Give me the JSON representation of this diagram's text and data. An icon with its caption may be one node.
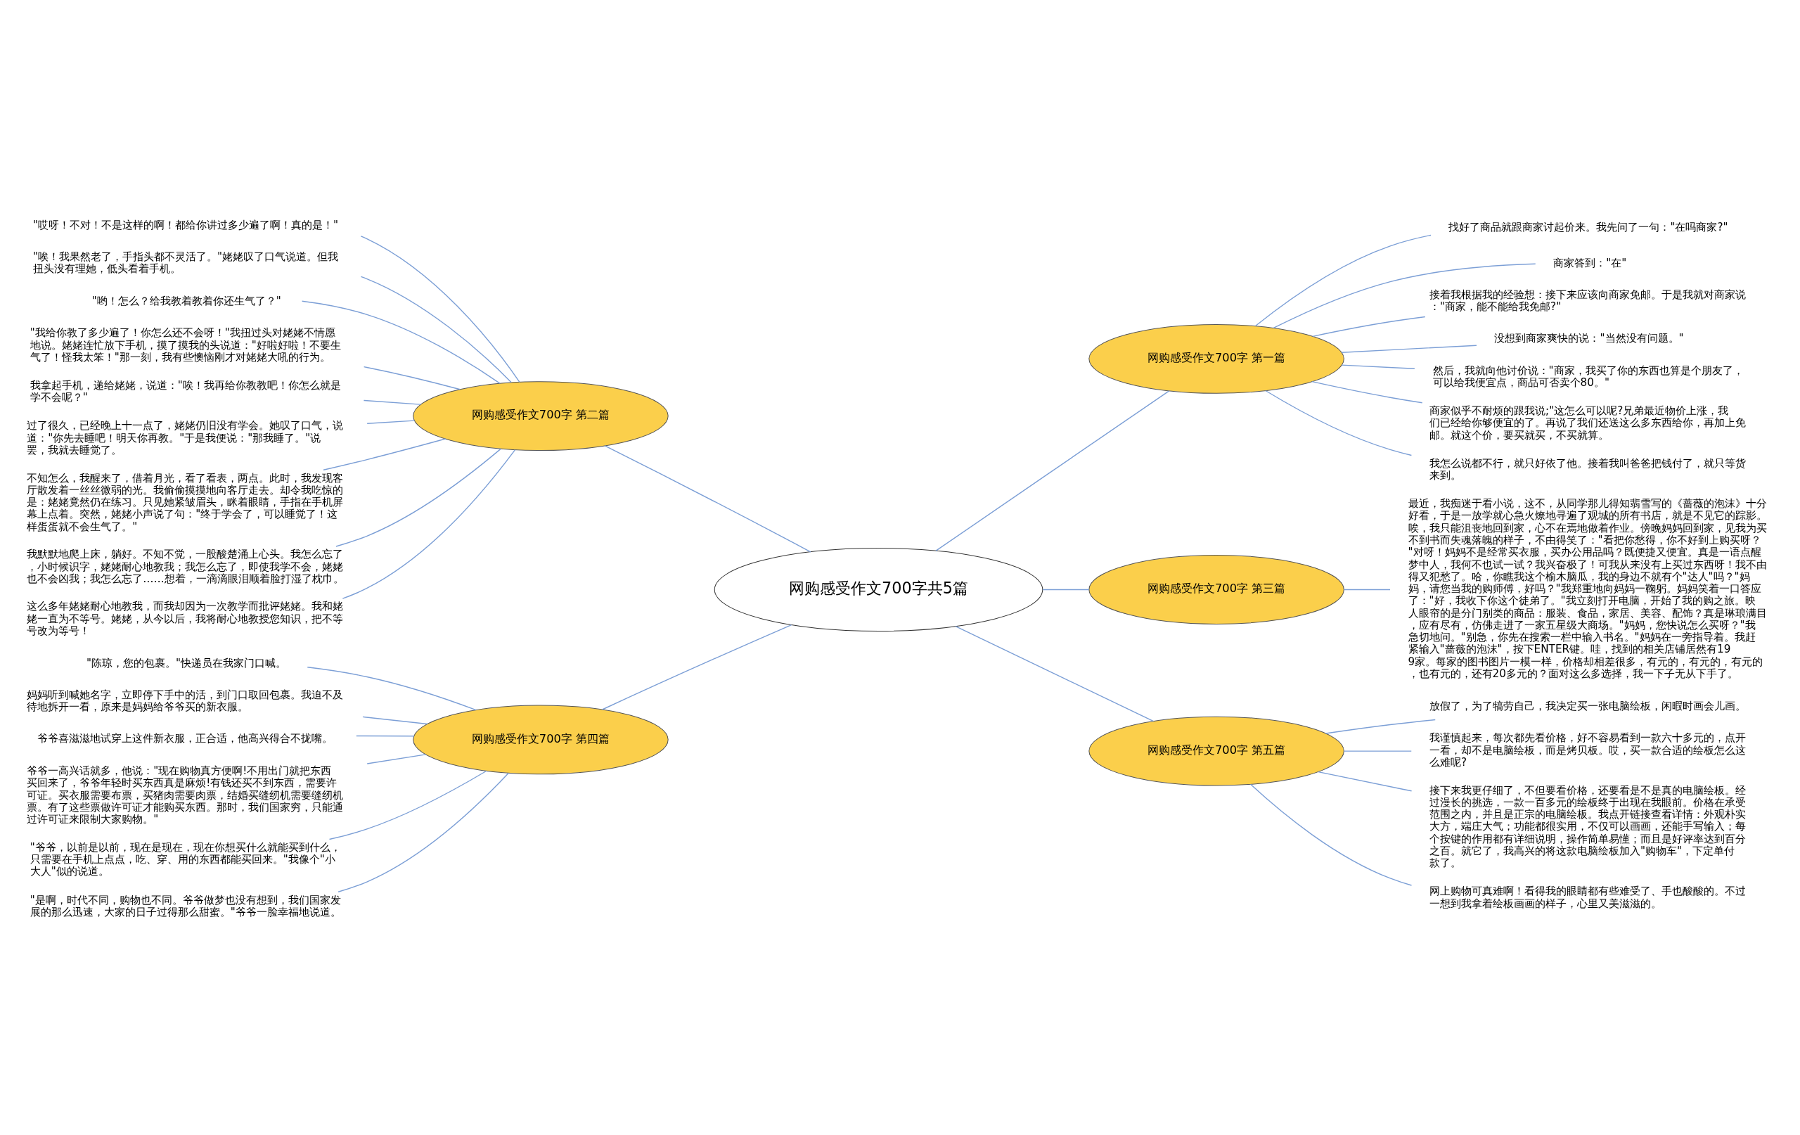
{
  "diagram": {
    "nodes": [
      {
        "text": [
          "网购感受作文700字共5篇"
        ]
      },
      {
        "text": [
          "网购感受作文700字 第一篇"
        ]
      },
      {
        "text": [
          "找好了商品就跟商家讨起价来。我先问了一句：\"在吗商家?\""
        ]
      },
      {
        "text": [
          "商家答到：\"在\""
        ]
      },
      {
        "text": [
          "接着我根据我的经验想：接下来应该向商家免邮。于是我就对商家说：\"商家，能不能给我免邮?\""
        ]
      },
      {
        "text": [
          "没想到商家爽快的说：\"当然没有问题。\""
        ]
      },
      {
        "text": [
          "然后，我就向他讨价说：\"商家，我买了你的东西也算是个朋友了，可以给我便宜点，商品可否卖个80。\""
        ]
      },
      {
        "text": [
          "商家似乎不耐烦的跟我说;\"这怎么可以呢?兄弟最近物价上涨，我们已经给你够便宜的了。再说了我们还送这么多东西给你，再加上免邮。就这个价，要买就买，不买就算。"
        ]
      },
      {
        "text": [
          "我怎么说都不行，就只好依了他。接着我叫爸爸把钱付了，就只等货来到。"
        ]
      },
      {
        "text": [
          "网购感受作文700字 第二篇"
        ]
      },
      {
        "text": [
          "\"哎呀！不对！不是这样的啊！都给你讲过多少遍了啊！真的是！\""
        ]
      },
      {
        "text": [
          "\"唉！我果然老了，手指头都不灵活了。\"姥姥叹了口气说道。但我扭头没有理她，低头看着手机。"
        ]
      },
      {
        "text": [
          "\"哟！怎么？给我教着教着你还生气了？\""
        ]
      },
      {
        "text": [
          "\"我给你教了多少遍了！你怎么还不会呀！\"我扭过头对姥姥不情愿地说。姥姥连忙放下手机，摸了摸我的头说道：\"好啦好啦！不要生气了！怪我太笨！\"那一刻，我有些懊恼刚才对姥姥大吼的行为。"
        ]
      },
      {
        "text": [
          "我拿起手机，递给姥姥，说道：\"唉！我再给你教教吧！你怎么就是学不会呢？\""
        ]
      },
      {
        "text": [
          "过了很久，已经晚上十一点了，姥姥仍旧没有学会。她叹了口气，说道：\"你先去睡吧！明天你再教。\"于是我便说：\"那我睡了。\"说罢，我就去睡觉了。"
        ]
      },
      {
        "text": [
          "不知怎么，我醒来了，借着月光，看了看表，两点。此时，我发现客厅散发着一丝丝微弱的光。我偷偷摸摸地向客厅走去。却令我吃惊的是：姥姥竟然仍在练习。只见她紧皱眉头，眯着眼睛，手指在手机屏幕上点着。突然，姥姥小声说了句：\"终于学会了，可以睡觉了！这样蛋蛋就不会生气了。\""
        ]
      },
      {
        "text": [
          "我默默地爬上床，躺好。不知不觉，一股酸楚涌上心头。我怎么忘了，小时候识字，姥姥耐心地教我；我怎么忘了，即使我学不会，姥姥也不会凶我；我怎么忘了……想着，一滴滴眼泪顺着脸打湿了枕巾。"
        ]
      },
      {
        "text": [
          "这么多年姥姥耐心地教我，而我却因为一次教学而批评姥姥。我和姥姥一直为不等号。姥姥，从今以后，我将耐心地教授您知识，把不等号改为等号！"
        ]
      },
      {
        "text": [
          "网购感受作文700字 第三篇"
        ]
      },
      {
        "text": [
          "最近，我痴迷于看小说，这不，从同学那儿得知翡雪写的《蔷薇的泡沫》十分好看，于是一放学就心急火燎地寻遍了观城的所有书店，就是不见它的踪影。唉，我只能沮丧地回到家，心不在焉地做着作业。傍晚妈妈回到家，见我为买不到书而失魂落魄的样子，不由得笑了：\"看把你愁得，你不好到上购买呀？\"对呀！妈妈不是经常买衣服，买办公用品吗？既便捷又便宜。真是一语点醒梦中人，我何不也试一试？我兴奋极了！可我从来没有上买过东西呀！我不由得又犯愁了。哈，你瞧我这个榆木脑瓜，我的身边不就有个\"达人\"吗？\"妈妈，请您当我的购师傅，好吗？\"我郑重地向妈妈一鞠躬。妈妈笑着一口答应了：\"好，我收下你这个徒弟了。\"我立刻打开电脑，开始了我的购之旅。映人眼帘的是分门别类的商品：服装、食品，家居、美容、配饰？真是琳琅满目，应有尽有，仿佛走进了一家五星级大商场。\"妈妈，您快说怎么买呀？\"我急切地问。\"别急，你先在搜索一栏中输入书名。\"妈妈在一旁指导着。我赶紧输入\"蔷薇的泡沫\"，按下ENTER键。哇，找到的相关店铺居然有199家。每家的图书图片一模一样，价格却相差很多，有元的，有元的，有元的，也有元的，还有20多元的？面对这么多选择，我一下子无从下手了。"
        ]
      },
      {
        "text": [
          "网购感受作文700字 第四篇"
        ]
      },
      {
        "text": [
          "\"陈琼，您的包裹。\"快递员在我家门口喊。"
        ]
      },
      {
        "text": [
          "妈妈听到喊她名字，立即停下手中的活，到门口取回包裹。我迫不及待地拆开一看，原来是妈妈给爷爷买的新衣服。"
        ]
      },
      {
        "text": [
          "爷爷喜滋滋地试穿上这件新衣服，正合适，他高兴得合不拢嘴。"
        ]
      },
      {
        "text": [
          "爷爷一高兴话就多，他说：\"现在购物真方便啊!不用出门就把东西买回来了，爷爷年轻时买东西真是麻烦!有钱还买不到东西，需要许可证。买衣服需要布票，买猪肉需要肉票，结婚买缝纫机需要缝纫机票。有了这些票做许可证才能购买东西。那时，我们国家穷，只能通过许可证来限制大家购物。\""
        ]
      },
      {
        "text": [
          "\"爷爷，以前是以前，现在是现在，现在你想买什么就能买到什么，只需要在手机上点点，吃、穿、用的东西都能买回来。\"我像个\"小大人\"似的说道。"
        ]
      },
      {
        "text": [
          "\"是啊，时代不同，购物也不同。爷爷做梦也没有想到，我们国家发展的那么迅速，大家的日子过得那么甜蜜。\"爷爷一脸幸福地说道。"
        ]
      },
      {
        "text": [
          "网购感受作文700字 第五篇"
        ]
      },
      {
        "text": [
          "放假了，为了犒劳自己，我决定买一张电脑绘板，闲暇时画会儿画。"
        ]
      },
      {
        "text": [
          "我谨慎起来，每次都先看价格，好不容易看到一款六十多元的，点开一看，却不是电脑绘板，而是烤贝板。哎，买一款合适的绘板怎么这么难呢?"
        ]
      },
      {
        "text": [
          "接下来我更仔细了，不但要看价格，还要看是不是真的电脑绘板。经过漫长的挑选，一款一百多元的绘板终于出现在我眼前。价格在承受范围之内，并且是正宗的电脑绘板。我点开链接查看详情：外观朴实大方，端庄大气；功能都很实用，不仅可以画画，还能手写输入；每个按键的作用都有详细说明，操作简单易懂；而且是好评率达到百分之百。就它了，我高兴的将这款电脑绘板加入\"购物车\"，下定单付款了。"
        ]
      },
      {
        "text": [
          "网上购物可真难啊！看得我的眼睛都有些难受了、手也酸酸的。不过一想到我拿着绘板画画的样子，心里又美滋滋的。"
        ]
      }
    ],
    "edges": [
      {
        "from": 0,
        "to": 1,
        "arrow": "none"
      },
      {
        "from": 1,
        "to": 2,
        "arrow": "none"
      },
      {
        "from": 1,
        "to": 3,
        "arrow": "none"
      },
      {
        "from": 1,
        "to": 4,
        "arrow": "none"
      },
      {
        "from": 1,
        "to": 5,
        "arrow": "none"
      },
      {
        "from": 1,
        "to": 6,
        "arrow": "none"
      },
      {
        "from": 1,
        "to": 7,
        "arrow": "none"
      },
      {
        "from": 1,
        "to": 8,
        "arrow": "none"
      },
      {
        "from": 0,
        "to": 9,
        "arrow": "none"
      },
      {
        "from": 9,
        "to": 10,
        "arrow": "none"
      },
      {
        "from": 9,
        "to": 11,
        "arrow": "none"
      },
      {
        "from": 9,
        "to": 12,
        "arrow": "none"
      },
      {
        "from": 9,
        "to": 13,
        "arrow": "none"
      },
      {
        "from": 9,
        "to": 14,
        "arrow": "none"
      },
      {
        "from": 9,
        "to": 15,
        "arrow": "none"
      },
      {
        "from": 9,
        "to": 16,
        "arrow": "none"
      },
      {
        "from": 9,
        "to": 17,
        "arrow": "none"
      },
      {
        "from": 9,
        "to": 18,
        "arrow": "none"
      },
      {
        "from": 0,
        "to": 19,
        "arrow": "none"
      },
      {
        "from": 19,
        "to": 20,
        "arrow": "none"
      },
      {
        "from": 0,
        "to": 21,
        "arrow": "none"
      },
      {
        "from": 21,
        "to": 22,
        "arrow": "none"
      },
      {
        "from": 21,
        "to": 23,
        "arrow": "none"
      },
      {
        "from": 21,
        "to": 24,
        "arrow": "none"
      },
      {
        "from": 21,
        "to": 25,
        "arrow": "none"
      },
      {
        "from": 21,
        "to": 26,
        "arrow": "none"
      },
      {
        "from": 21,
        "to": 27,
        "arrow": "none"
      },
      {
        "from": 0,
        "to": 28,
        "arrow": "none"
      },
      {
        "from": 28,
        "to": 29,
        "arrow": "none"
      },
      {
        "from": 28,
        "to": 30,
        "arrow": "none"
      },
      {
        "from": 28,
        "to": 31,
        "arrow": "none"
      },
      {
        "from": 28,
        "to": 32,
        "arrow": "none"
      }
    ]
  }
}
